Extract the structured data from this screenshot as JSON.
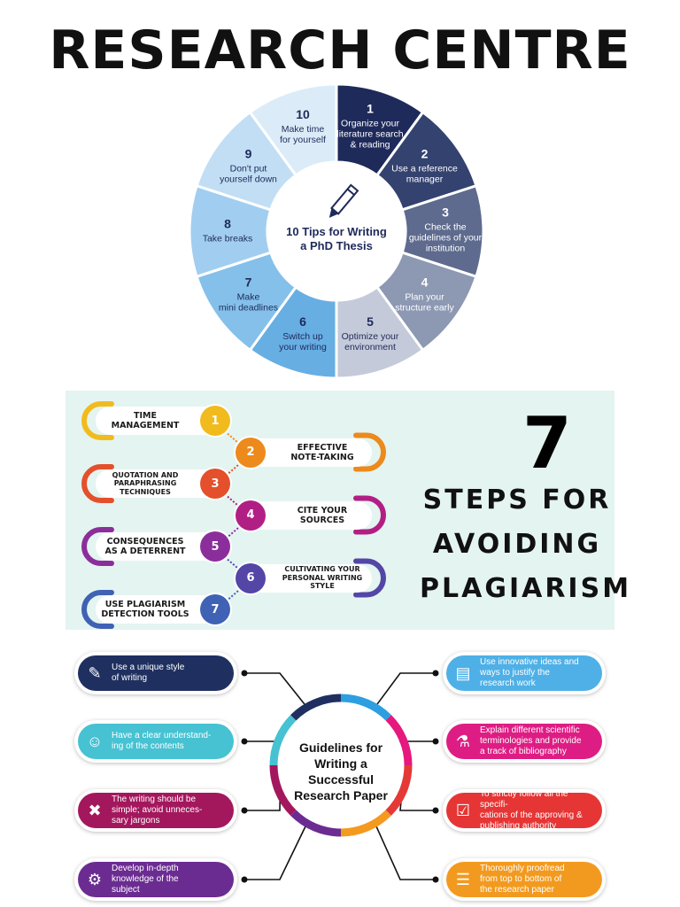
{
  "page_title": "RESEARCH CENTRE",
  "wheel": {
    "center_title": "10 Tips for Writing a PhD Thesis",
    "center_icon": "pencil-icon",
    "tips": [
      {
        "num": "1",
        "lines": [
          "Organize your",
          "literature search",
          "& reading"
        ],
        "color": "#1e2a5a"
      },
      {
        "num": "2",
        "lines": [
          "Use a reference",
          "manager"
        ],
        "color": "#34426f"
      },
      {
        "num": "3",
        "lines": [
          "Check the",
          "guidelines of your",
          "institution"
        ],
        "color": "#5e6b8e"
      },
      {
        "num": "4",
        "lines": [
          "Plan your",
          "structure early"
        ],
        "color": "#8d98b3"
      },
      {
        "num": "5",
        "lines": [
          "Optimize your",
          "environment"
        ],
        "color": "#c4cad9"
      },
      {
        "num": "6",
        "lines": [
          "Switch up",
          "your writing"
        ],
        "color": "#67aee3"
      },
      {
        "num": "7",
        "lines": [
          "Make",
          "mini deadlines"
        ],
        "color": "#84c0ea"
      },
      {
        "num": "8",
        "lines": [
          "Take breaks"
        ],
        "color": "#a1cef0"
      },
      {
        "num": "9",
        "lines": [
          "Don't put",
          "yourself down"
        ],
        "color": "#c1def4"
      },
      {
        "num": "10",
        "lines": [
          "Make time",
          "for yourself"
        ],
        "color": "#dbecf8"
      }
    ]
  },
  "steps": {
    "big_number": "7",
    "heading_lines": [
      "STEPS FOR",
      "AVOIDING",
      "PLAGIARISM"
    ],
    "items": [
      {
        "num": "1",
        "lines": [
          "TIME",
          "MANAGEMENT"
        ],
        "color": "#f2bb1d"
      },
      {
        "num": "2",
        "lines": [
          "EFFECTIVE",
          "NOTE-TAKING"
        ],
        "color": "#ec8a1c"
      },
      {
        "num": "3",
        "lines": [
          "QUOTATION AND",
          "PARAPHRASING",
          "TECHNIQUES"
        ],
        "color": "#e4502b"
      },
      {
        "num": "4",
        "lines": [
          "CITE YOUR",
          "SOURCES"
        ],
        "color": "#b21f84"
      },
      {
        "num": "5",
        "lines": [
          "CONSEQUENCES",
          "AS A DETERRENT"
        ],
        "color": "#8b2e9b"
      },
      {
        "num": "6",
        "lines": [
          "CULTIVATING YOUR",
          "PERSONAL WRITING",
          "STYLE"
        ],
        "color": "#5346a6"
      },
      {
        "num": "7",
        "lines": [
          "USE PLAGIARISM",
          "DETECTION TOOLS"
        ],
        "color": "#3f62b4"
      }
    ]
  },
  "guidelines": {
    "center_lines": [
      "Guidelines for",
      "Writing a",
      "Successful",
      "Research Paper"
    ],
    "left": [
      {
        "lines": [
          "Use a unique style",
          "of writing"
        ],
        "color": "#1f3060",
        "icon": "document-pen-icon"
      },
      {
        "lines": [
          "Have a clear understand-",
          "ing of the contents"
        ],
        "color": "#46c2d2",
        "icon": "brain-head-icon"
      },
      {
        "lines": [
          "The writing should be",
          "simple; avoid unneces-",
          "sary jargons"
        ],
        "color": "#a3175d",
        "icon": "cross-mark-icon"
      },
      {
        "lines": [
          "Develop in-depth",
          "knowledge of the",
          "subject"
        ],
        "color": "#6b2c92",
        "icon": "head-gears-icon"
      }
    ],
    "right": [
      {
        "lines": [
          "Use innovative ideas and",
          "ways to justify the",
          "research work"
        ],
        "color": "#4eb0e6",
        "icon": "presentation-chart-icon"
      },
      {
        "lines": [
          "Explain different scientific",
          "terminologies and provide",
          "a track of bibliography"
        ],
        "color": "#de1d84",
        "icon": "microscope-icon"
      },
      {
        "lines": [
          "To strictly follow all the specifi-",
          "cations of the approving &",
          "publishing authority"
        ],
        "color": "#e63535",
        "icon": "approval-document-icon"
      },
      {
        "lines": [
          "Thoroughly proofread",
          "from top to bottom of",
          "the research paper"
        ],
        "color": "#f29a1f",
        "icon": "checklist-icon"
      }
    ],
    "ring_colors": [
      "#2d9fe0",
      "#e5197e",
      "#e53935",
      "#f39a1f",
      "#6b2c92",
      "#a3175d",
      "#46c2d2",
      "#1f3060"
    ]
  }
}
